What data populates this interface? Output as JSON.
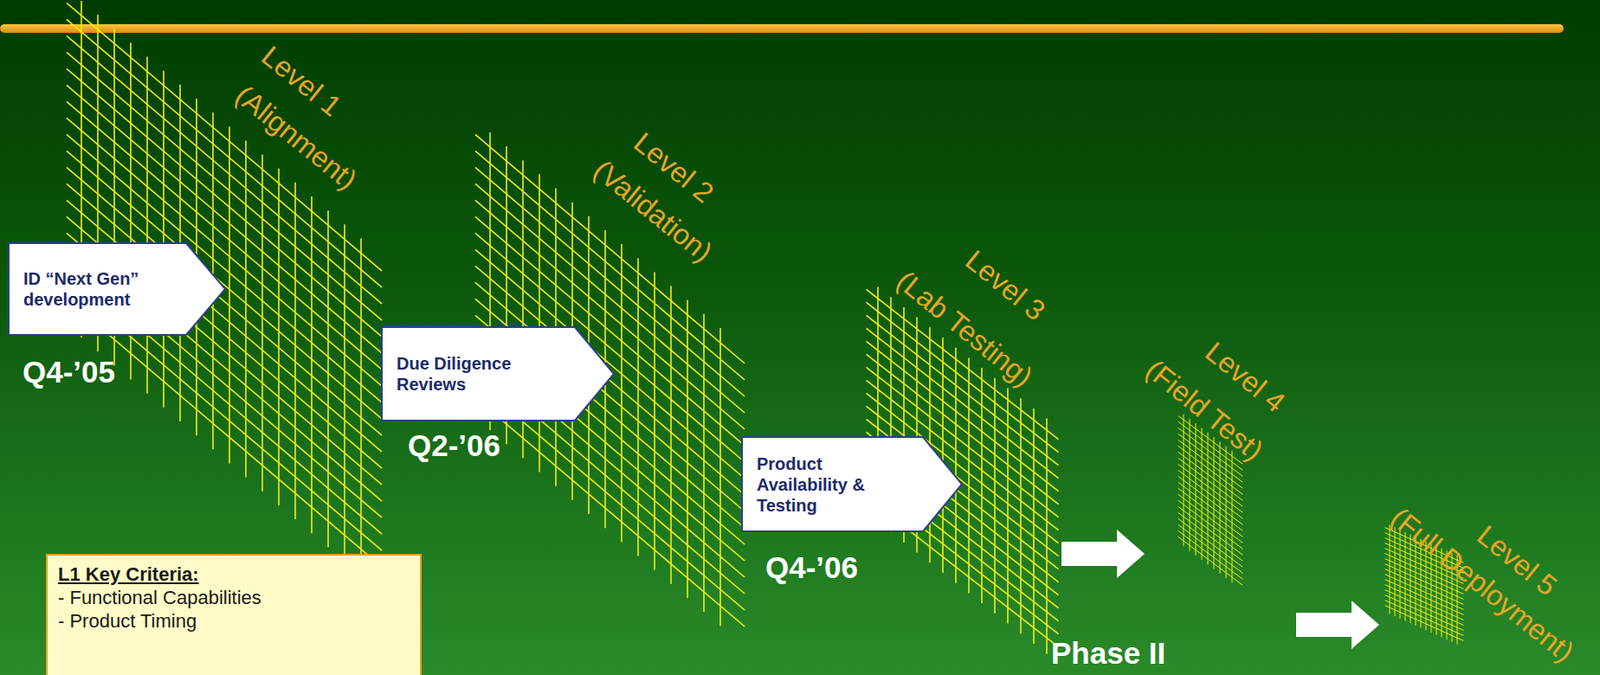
{
  "diagram": {
    "nodes": [
      {
        "text": [
          "ID “Next Gen” development"
        ]
      },
      {
        "text": [
          "Due Diligence Reviews"
        ]
      },
      {
        "text": [
          "Product Availability & Testing"
        ]
      },
      {
        "text": [
          "L1 Key Criteria:",
          "- Functional Capabilities",
          "- Product Timing"
        ]
      }
    ],
    "labels": [
      "Level 1",
      "(Alignment)",
      "Q4-’05",
      "Level 2",
      "(Validation)",
      "Q2-’06",
      "Level 3",
      "(Lab Testing)",
      "Q4-’06",
      "Level 4",
      "(Field Test)",
      "Phase II",
      "Level 5",
      "(Full Deployment)"
    ]
  }
}
